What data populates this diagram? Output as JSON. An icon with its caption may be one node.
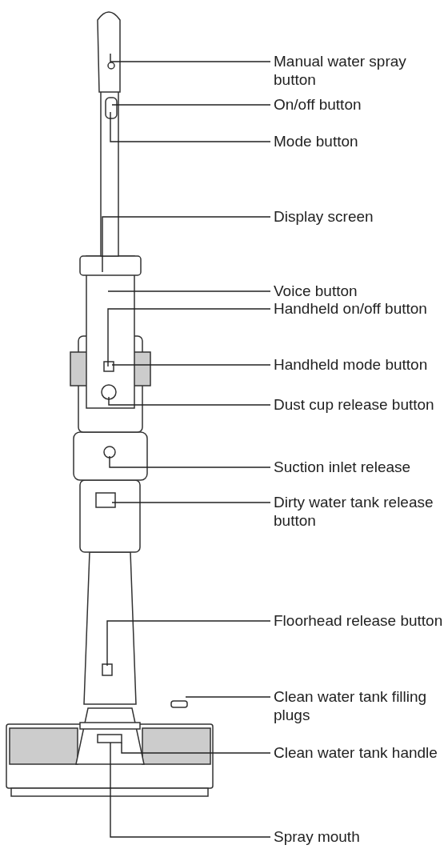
{
  "diagram": {
    "nodes": [
      {
        "text": [
          "Manual water spray button"
        ]
      },
      {
        "text": [
          "On/off button"
        ]
      },
      {
        "text": [
          "Mode button"
        ]
      },
      {
        "text": [
          "Display screen"
        ]
      },
      {
        "text": [
          "Voice button"
        ]
      },
      {
        "text": [
          "Handheld on/off button"
        ]
      },
      {
        "text": [
          "Handheld mode button"
        ]
      },
      {
        "text": [
          "Dust cup release button"
        ]
      },
      {
        "text": [
          "Suction inlet release"
        ]
      },
      {
        "text": [
          "Dirty water tank release button"
        ]
      },
      {
        "text": [
          "Floorhead release button"
        ]
      },
      {
        "text": [
          "Clean water tank filling plugs"
        ]
      },
      {
        "text": [
          "Clean water tank handle"
        ]
      },
      {
        "text": [
          "Spray mouth"
        ]
      }
    ],
    "edges": [
      {
        "from": 0,
        "to": null,
        "arrow": "none"
      },
      {
        "from": 1,
        "to": null,
        "arrow": "none"
      },
      {
        "from": 2,
        "to": null,
        "arrow": "none"
      },
      {
        "from": 3,
        "to": null,
        "arrow": "none"
      },
      {
        "from": 4,
        "to": null,
        "arrow": "none"
      },
      {
        "from": 5,
        "to": null,
        "arrow": "none"
      },
      {
        "from": 6,
        "to": null,
        "arrow": "none"
      },
      {
        "from": 7,
        "to": null,
        "arrow": "none"
      },
      {
        "from": 8,
        "to": null,
        "arrow": "none"
      },
      {
        "from": 9,
        "to": null,
        "arrow": "none"
      },
      {
        "from": 10,
        "to": null,
        "arrow": "none"
      },
      {
        "from": 11,
        "to": null,
        "arrow": "none"
      },
      {
        "from": 12,
        "to": null,
        "arrow": "none"
      },
      {
        "from": 13,
        "to": null,
        "arrow": "none"
      }
    ]
  }
}
